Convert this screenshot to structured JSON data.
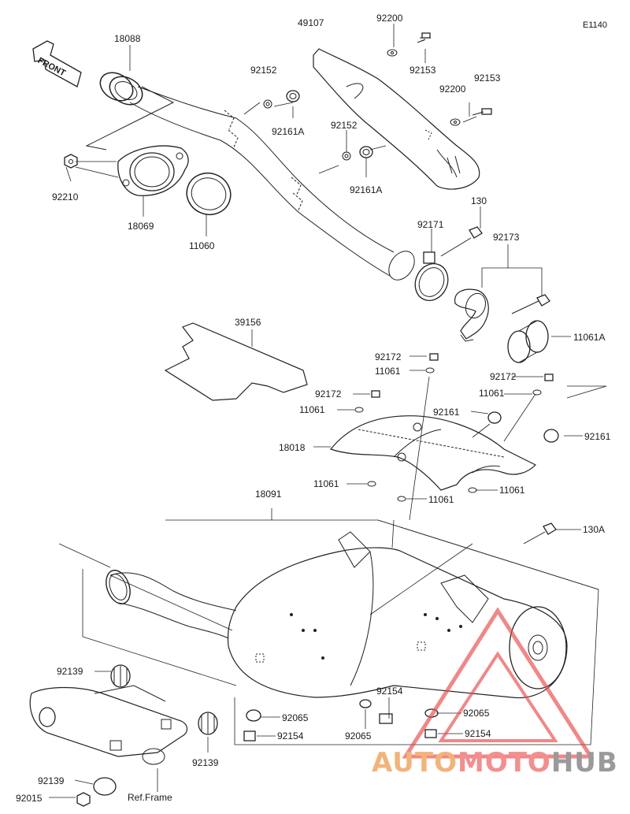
{
  "diagram_code": "E1140",
  "front_label": "FRONT",
  "ref_frame_label": "Ref.Frame",
  "watermark": {
    "part1": "AUTO",
    "part2": "MOTO",
    "part3": "HUB",
    "colors": {
      "part1": "#f2b37a",
      "part2": "#f28f8f",
      "part3": "#9a9a9a",
      "logo": "#e84a4a"
    }
  },
  "parts": {
    "p49107": "49107",
    "p92200a": "92200",
    "p92153a": "92153",
    "p92200b": "92200",
    "p92153b": "92153",
    "p18088": "18088",
    "p92152a": "92152",
    "p92161Aa": "92161A",
    "p92152b": "92152",
    "p92161Ab": "92161A",
    "p92210": "92210",
    "p18069": "18069",
    "p11060": "11060",
    "p130": "130",
    "p92171": "92171",
    "p92173": "92173",
    "p39156": "39156",
    "p11061A": "11061A",
    "p92172a": "92172",
    "p11061a": "11061",
    "p92172b": "92172",
    "p92172c": "92172",
    "p11061b": "11061",
    "p11061c": "11061",
    "p92161a": "92161",
    "p18018": "18018",
    "p92161b": "92161",
    "p11061d": "11061",
    "p11061e": "11061",
    "p11061f": "11061",
    "p18091": "18091",
    "p130A": "130A",
    "p92139a": "92139",
    "p92154a": "92154",
    "p92065a": "92065",
    "p92065b": "92065",
    "p92154b": "92154",
    "p92065c": "92065",
    "p92154c": "92154",
    "p92139b": "92139",
    "p92139c": "92139",
    "p92015": "92015"
  }
}
